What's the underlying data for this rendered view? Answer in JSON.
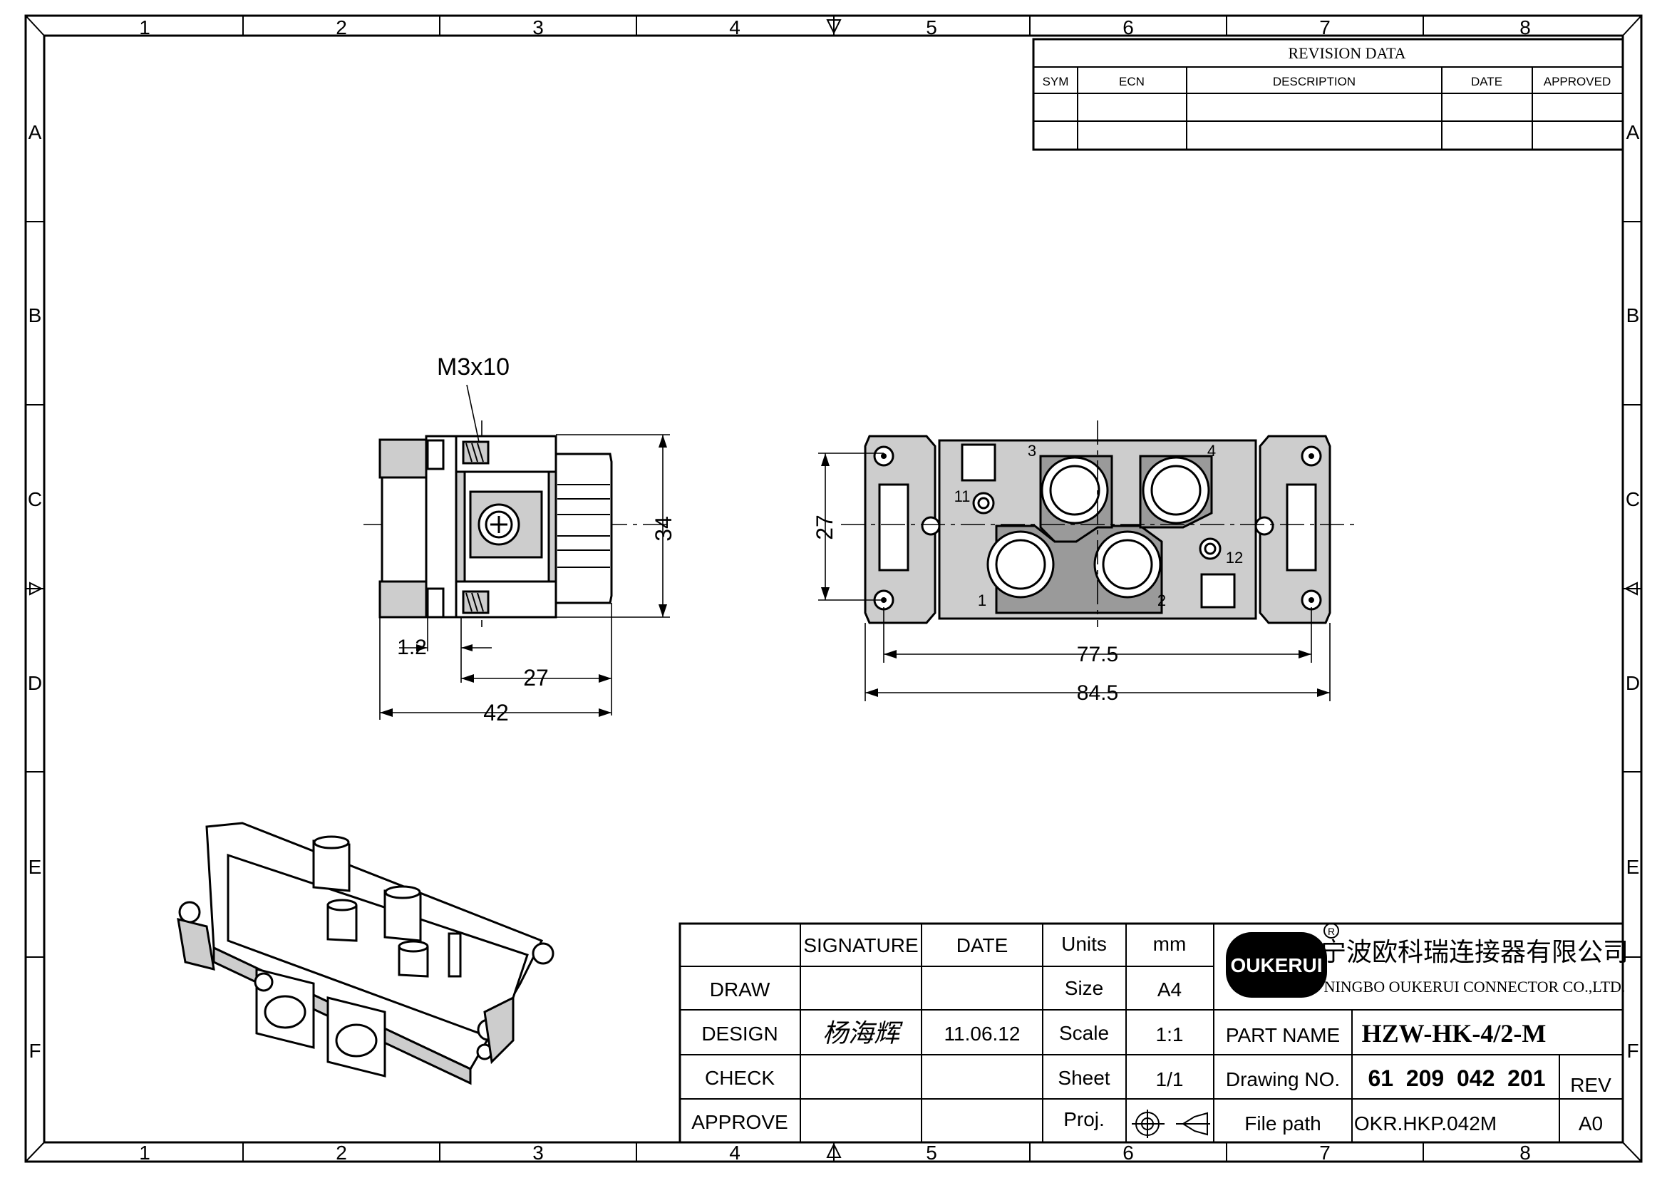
{
  "border": {
    "col_labels": [
      "1",
      "2",
      "3",
      "4",
      "5",
      "6",
      "7",
      "8"
    ],
    "row_labels": [
      "A",
      "B",
      "C",
      "D",
      "E",
      "F"
    ]
  },
  "revision": {
    "title": "REVISION   DATA",
    "headers": [
      "SYM",
      "ECN",
      "DESCRIPTION",
      "DATE",
      "APPROVED"
    ]
  },
  "annotations": {
    "screw": "M3x10",
    "left_dims": [
      "34",
      "1.2",
      "27",
      "42"
    ],
    "front_dims": [
      "27",
      "77.5",
      "84.5"
    ],
    "pins": [
      "3",
      "4",
      "11",
      "12",
      "1",
      "2"
    ]
  },
  "title_block": {
    "h_signature": "SIGNATURE",
    "h_date": "DATE",
    "draw_label": "DRAW",
    "design_label": "DESIGN",
    "check_label": "CHECK",
    "approve_label": "APPROVE",
    "design_signature": "杨海辉",
    "design_date": "11.06.12",
    "units_label": "Units",
    "units_value": "mm",
    "size_label": "Size",
    "size_value": "A4",
    "scale_label": "Scale",
    "scale_value": "1:1",
    "sheet_label": "Sheet",
    "sheet_value": "1/1",
    "proj_label": "Proj.",
    "logo_text": "OUKERUI",
    "registered_mark": "R",
    "company_cn": "宁波欧科瑞连接器有限公司",
    "company_en": "NINGBO OUKERUI CONNECTOR CO.,LTD.",
    "part_name_label": "PART NAME",
    "part_name": "HZW-HK-4/2-M",
    "drawing_no_label": "Drawing NO.",
    "drawing_no": "61  209  042  201",
    "rev_label": "REV",
    "file_path_label": "File path",
    "file_path": "OKR.HKP.042M",
    "rev_value": "A0"
  }
}
